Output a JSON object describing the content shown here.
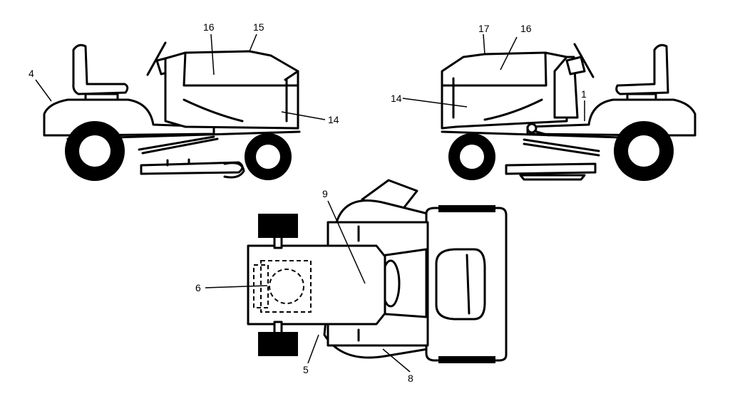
{
  "labels": {
    "left_4": "4",
    "left_16": "16",
    "left_15": "15",
    "left_14": "14",
    "right_17": "17",
    "right_16": "16",
    "right_14": "14",
    "right_1": "1",
    "top_9": "9",
    "top_6": "6",
    "top_5": "5",
    "top_8": "8"
  }
}
